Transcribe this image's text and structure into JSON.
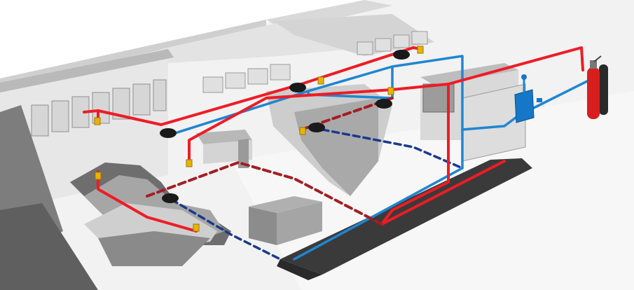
{
  "title": "",
  "colors": {
    "floor": "#ededed",
    "floor_light": "#f6f6f6",
    "wall_light": "#e4e4e4",
    "wall_mid": "#c6c6c6",
    "wall_dark": "#8a8a8a",
    "cabinet": "#d8d8d8",
    "cabinet_line": "#8f8f8f",
    "pipe_red": "#ee1c25",
    "pipe_red_dark": "#a31e23",
    "pipe_blue": "#1f86d1",
    "pipe_blue_dark": "#1b3a8c",
    "trench": "#2b2b2b",
    "nozzle": "#e8b400",
    "detector": "#1a1a1a",
    "panel": "#1677c8",
    "cylinder_red": "#d81e1e",
    "cylinder_black": "#2a2a2a"
  },
  "legend": [],
  "components": [
    {
      "name": "extinguishing-agent-cylinder",
      "icon": "red-cylinder"
    },
    {
      "name": "nitrogen-driver-cylinder",
      "icon": "black-cylinder"
    },
    {
      "name": "control-panel",
      "icon": "blue-box"
    },
    {
      "name": "smoke-detector",
      "icon": "dome-detector"
    },
    {
      "name": "discharge-nozzle",
      "icon": "yellow-nozzle"
    },
    {
      "name": "pipe-network",
      "icon": "red-blue-pipes"
    }
  ]
}
